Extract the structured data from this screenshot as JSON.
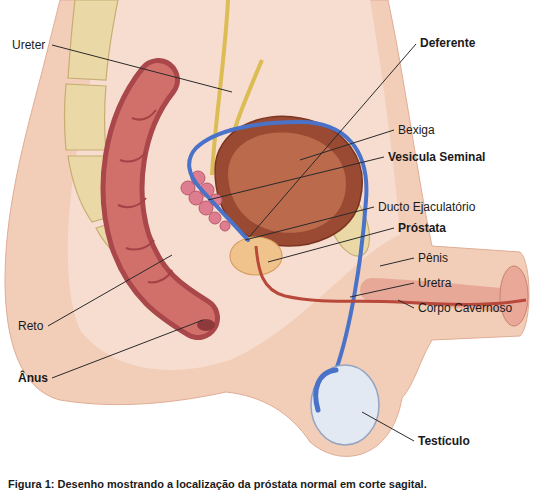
{
  "diagram": {
    "caption": "Figura 1: Desenho mostrando a localização da próstata normal em corte sagital.",
    "labels": [
      "Ureter",
      "Deferente",
      "Bexiga",
      "Vesicula Seminal",
      "Ducto Ejaculatório",
      "Próstata",
      "Pênis",
      "Uretra",
      "Corpo Cavernoso",
      "Reto",
      "Ânus",
      "Testículo"
    ]
  }
}
